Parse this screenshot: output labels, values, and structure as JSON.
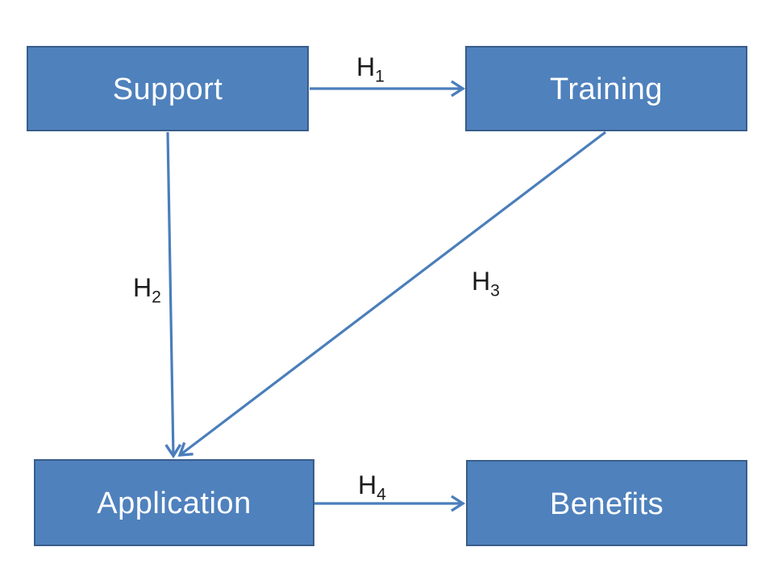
{
  "diagram": {
    "background": "#ffffff",
    "node_fill": "#4f81bd",
    "node_border": "#385d8a",
    "node_text_color": "#ffffff",
    "arrow_color": "#4a7ebb",
    "edge_label_color": "#1a1a1a",
    "nodes": [
      {
        "id": "support",
        "label": "Support"
      },
      {
        "id": "training",
        "label": "Training"
      },
      {
        "id": "application",
        "label": "Application"
      },
      {
        "id": "benefits",
        "label": "Benefits"
      }
    ],
    "edges": [
      {
        "id": "h1",
        "label_main": "H",
        "label_sub": "1",
        "from": "support",
        "to": "training"
      },
      {
        "id": "h2",
        "label_main": "H",
        "label_sub": "2",
        "from": "support",
        "to": "application"
      },
      {
        "id": "h3",
        "label_main": "H",
        "label_sub": "3",
        "from": "training",
        "to": "application"
      },
      {
        "id": "h4",
        "label_main": "H",
        "label_sub": "4",
        "from": "application",
        "to": "benefits"
      }
    ]
  }
}
